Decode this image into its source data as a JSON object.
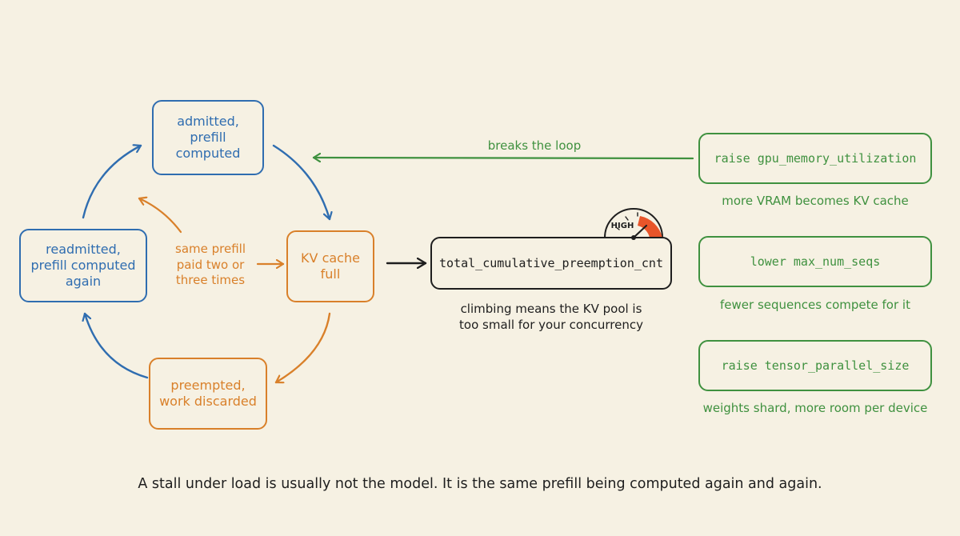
{
  "cycle": {
    "admitted": "admitted,\nprefill\ncomputed",
    "kv_full": "KV cache\nfull",
    "preempted": "preempted,\nwork discarded",
    "readmitted": "readmitted,\nprefill computed\nagain",
    "repeat_note": "same prefill\npaid two or\nthree times"
  },
  "metric": {
    "name": "total_cumulative_preemption_cnt",
    "gauge_label": "HIGH",
    "caption": "climbing means the KV pool is\ntoo small for your concurrency"
  },
  "loop_break_label": "breaks the loop",
  "remedies": [
    {
      "action": "raise gpu_memory_utilization",
      "effect": "more VRAM becomes KV cache"
    },
    {
      "action": "lower max_num_seqs",
      "effect": "fewer sequences compete for it"
    },
    {
      "action": "raise tensor_parallel_size",
      "effect": "weights shard, more room per device"
    }
  ],
  "footer": "A stall under load is usually not the model. It is the same prefill being computed again and again.",
  "colors": {
    "background": "#f6f1e3",
    "blue": "#2f6db0",
    "orange": "#d9802a",
    "green": "#3f913f",
    "dark": "#1e1e1e",
    "gauge_fill": "#e8552a"
  }
}
